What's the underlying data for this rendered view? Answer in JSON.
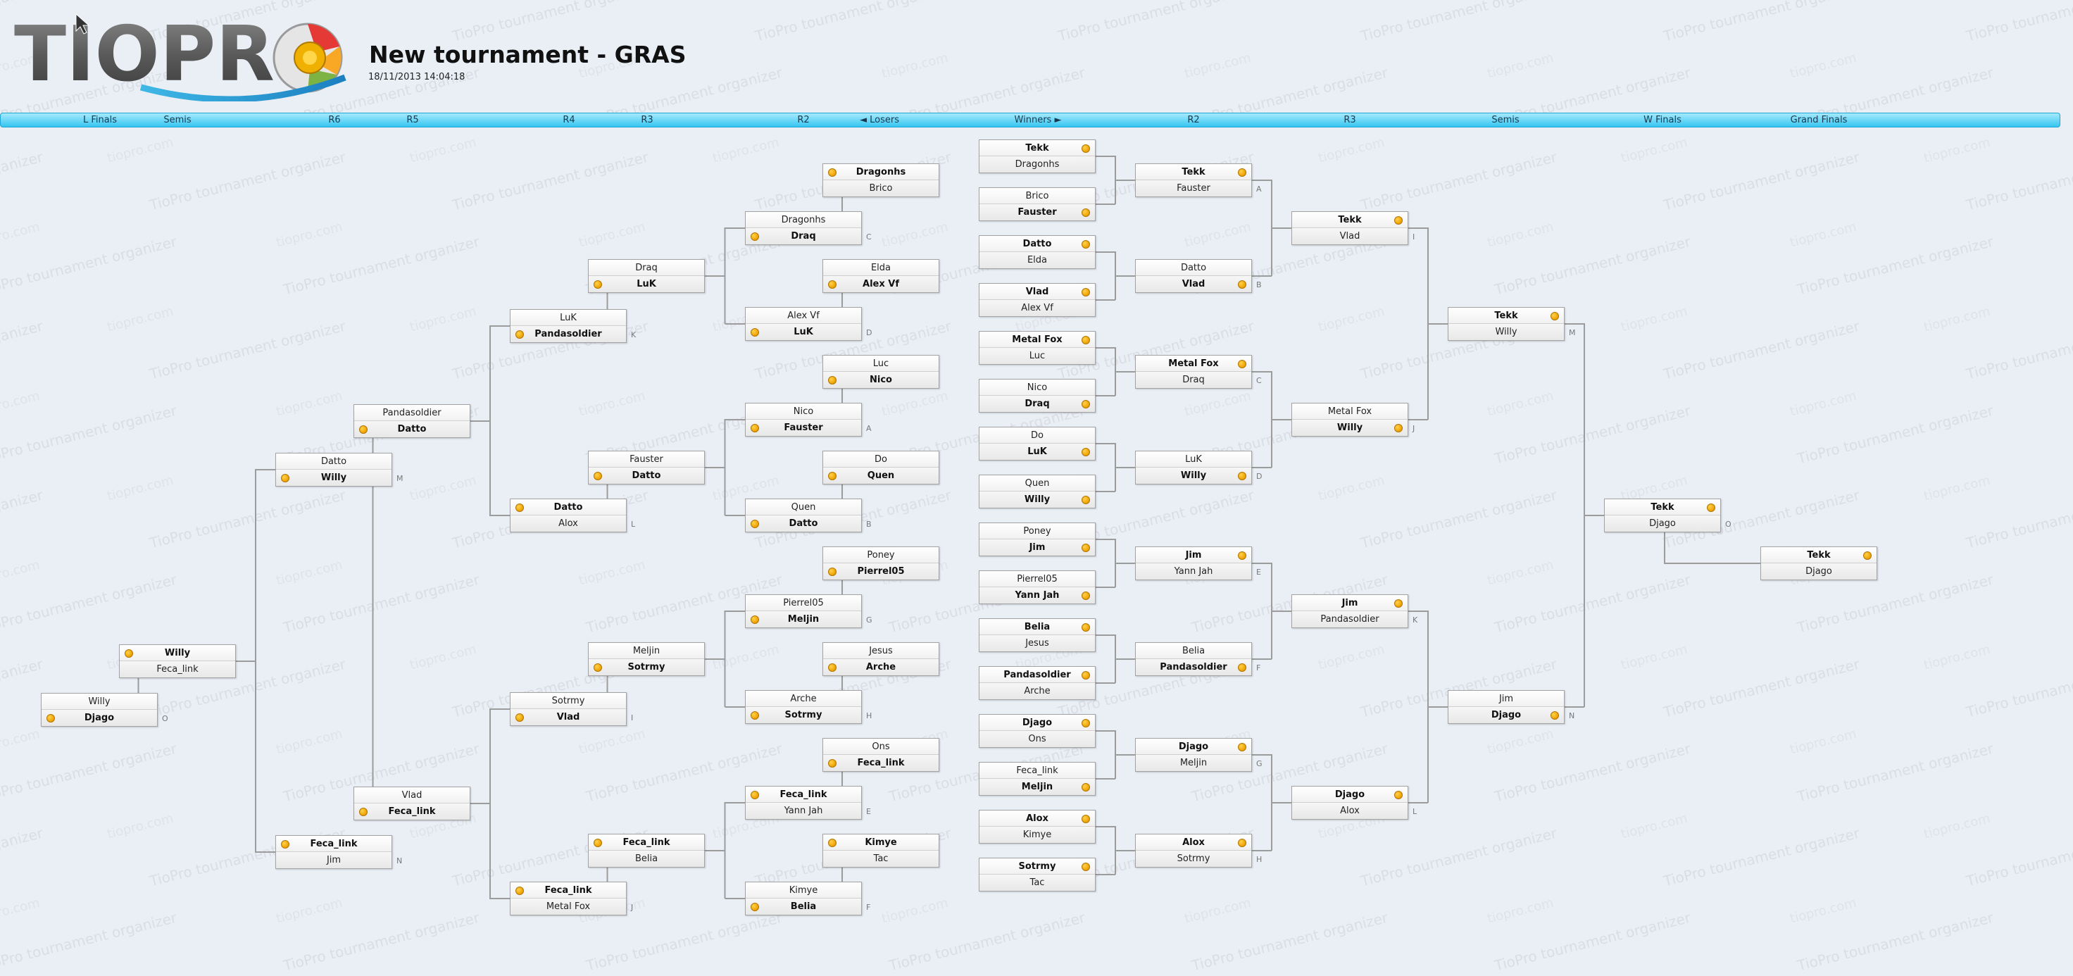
{
  "header": {
    "title": "New tournament - GRAS",
    "date": "18/11/2013 14:04:18",
    "logo_text": "TIOPRO"
  },
  "watermarks": {
    "long": "TioPro tournament organizer",
    "short": "tiopro.com"
  },
  "rounds": [
    {
      "key": "lf",
      "label": "L Finals"
    },
    {
      "key": "ls",
      "label": "Semis"
    },
    {
      "key": "r6",
      "label": "R6"
    },
    {
      "key": "r5",
      "label": "R5"
    },
    {
      "key": "r4",
      "label": "R4"
    },
    {
      "key": "r3l",
      "label": "R3"
    },
    {
      "key": "r2l",
      "label": "R2"
    },
    {
      "key": "lo",
      "label": "◄ Losers"
    },
    {
      "key": "wi",
      "label": "Winners ►"
    },
    {
      "key": "r2w",
      "label": "R2"
    },
    {
      "key": "r3w",
      "label": "R3"
    },
    {
      "key": "ws",
      "label": "Semis"
    },
    {
      "key": "wf",
      "label": "W Finals"
    },
    {
      "key": "gf",
      "label": "Grand Finals"
    }
  ],
  "colors": {
    "accent": "#2ec5f0",
    "winner_dot": "#f3a600",
    "line": "#9a9a9a"
  },
  "matches": [
    {
      "id": "w1a",
      "top": "Tekk",
      "bottom": "Dragonhs",
      "winner": "top"
    },
    {
      "id": "w1b",
      "top": "Brico",
      "bottom": "Fauster",
      "winner": "bottom"
    },
    {
      "id": "w1c",
      "top": "Datto",
      "bottom": "Elda",
      "winner": "top"
    },
    {
      "id": "w1d",
      "top": "Vlad",
      "bottom": "Alex Vf",
      "winner": "top"
    },
    {
      "id": "w1e",
      "top": "Metal Fox",
      "bottom": "Luc",
      "winner": "top"
    },
    {
      "id": "w1f",
      "top": "Nico",
      "bottom": "Draq",
      "winner": "bottom"
    },
    {
      "id": "w1g",
      "top": "Do",
      "bottom": "LuK",
      "winner": "bottom"
    },
    {
      "id": "w1h",
      "top": "Quen",
      "bottom": "Willy",
      "winner": "bottom"
    },
    {
      "id": "w1i",
      "top": "Poney",
      "bottom": "Jim",
      "winner": "bottom"
    },
    {
      "id": "w1j",
      "top": "Pierrel05",
      "bottom": "Yann Jah",
      "winner": "bottom"
    },
    {
      "id": "w1k",
      "top": "Belia",
      "bottom": "Jesus",
      "winner": "top"
    },
    {
      "id": "w1l",
      "top": "Pandasoldier",
      "bottom": "Arche",
      "winner": "top"
    },
    {
      "id": "w1m",
      "top": "Djago",
      "bottom": "Ons",
      "winner": "top"
    },
    {
      "id": "w1n",
      "top": "Feca_link",
      "bottom": "Meljin",
      "winner": "bottom"
    },
    {
      "id": "w1o",
      "top": "Alox",
      "bottom": "Kimye",
      "winner": "top"
    },
    {
      "id": "w1p",
      "top": "Sotrmy",
      "bottom": "Tac",
      "winner": "top"
    },
    {
      "id": "w2a",
      "top": "Tekk",
      "bottom": "Fauster",
      "winner": "top",
      "letter": "A"
    },
    {
      "id": "w2b",
      "top": "Datto",
      "bottom": "Vlad",
      "winner": "bottom",
      "letter": "B"
    },
    {
      "id": "w2c",
      "top": "Metal Fox",
      "bottom": "Draq",
      "winner": "top",
      "letter": "C"
    },
    {
      "id": "w2d",
      "top": "LuK",
      "bottom": "Willy",
      "winner": "bottom",
      "letter": "D"
    },
    {
      "id": "w2e",
      "top": "Jim",
      "bottom": "Yann Jah",
      "winner": "top",
      "letter": "E"
    },
    {
      "id": "w2f",
      "top": "Belia",
      "bottom": "Pandasoldier",
      "winner": "bottom",
      "letter": "F"
    },
    {
      "id": "w2g",
      "top": "Djago",
      "bottom": "Meljin",
      "winner": "top",
      "letter": "G"
    },
    {
      "id": "w2h",
      "top": "Alox",
      "bottom": "Sotrmy",
      "winner": "top",
      "letter": "H"
    },
    {
      "id": "w3a",
      "top": "Tekk",
      "bottom": "Vlad",
      "winner": "top",
      "letter": "I"
    },
    {
      "id": "w3b",
      "top": "Metal Fox",
      "bottom": "Willy",
      "winner": "bottom",
      "letter": "J"
    },
    {
      "id": "w3c",
      "top": "Jim",
      "bottom": "Pandasoldier",
      "winner": "top",
      "letter": "K"
    },
    {
      "id": "w3d",
      "top": "Djago",
      "bottom": "Alox",
      "winner": "top",
      "letter": "L"
    },
    {
      "id": "ws1",
      "top": "Tekk",
      "bottom": "Willy",
      "winner": "top",
      "letter": "M"
    },
    {
      "id": "ws2",
      "top": "Jim",
      "bottom": "Djago",
      "winner": "bottom",
      "letter": "N"
    },
    {
      "id": "wf",
      "top": "Tekk",
      "bottom": "Djago",
      "winner": "top",
      "letter": "O"
    },
    {
      "id": "gf",
      "top": "Tekk",
      "bottom": "Djago",
      "winner": "top"
    },
    {
      "id": "l1a",
      "top": "Dragonhs",
      "bottom": "Brico",
      "winner": "top"
    },
    {
      "id": "l1b",
      "top": "Elda",
      "bottom": "Alex Vf",
      "winner": "bottom"
    },
    {
      "id": "l1c",
      "top": "Luc",
      "bottom": "Nico",
      "winner": "bottom"
    },
    {
      "id": "l1d",
      "top": "Do",
      "bottom": "Quen",
      "winner": "bottom"
    },
    {
      "id": "l1e",
      "top": "Poney",
      "bottom": "Pierrel05",
      "winner": "bottom"
    },
    {
      "id": "l1f",
      "top": "Jesus",
      "bottom": "Arche",
      "winner": "bottom"
    },
    {
      "id": "l1g",
      "top": "Ons",
      "bottom": "Feca_link",
      "winner": "bottom"
    },
    {
      "id": "l1h",
      "top": "Kimye",
      "bottom": "Tac",
      "winner": "top"
    },
    {
      "id": "l2a",
      "top": "Dragonhs",
      "bottom": "Draq",
      "winner": "bottom",
      "letter": "C"
    },
    {
      "id": "l2b",
      "top": "Alex Vf",
      "bottom": "LuK",
      "winner": "bottom",
      "letter": "D"
    },
    {
      "id": "l2c",
      "top": "Nico",
      "bottom": "Fauster",
      "winner": "bottom",
      "letter": "A"
    },
    {
      "id": "l2d",
      "top": "Quen",
      "bottom": "Datto",
      "winner": "bottom",
      "letter": "B"
    },
    {
      "id": "l2e",
      "top": "Pierrel05",
      "bottom": "Meljin",
      "winner": "bottom",
      "letter": "G"
    },
    {
      "id": "l2f",
      "top": "Arche",
      "bottom": "Sotrmy",
      "winner": "bottom",
      "letter": "H"
    },
    {
      "id": "l2g",
      "top": "Feca_link",
      "bottom": "Yann Jah",
      "winner": "top",
      "letter": "E"
    },
    {
      "id": "l2h",
      "top": "Kimye",
      "bottom": "Belia",
      "winner": "bottom",
      "letter": "F"
    },
    {
      "id": "l3a",
      "top": "Draq",
      "bottom": "LuK",
      "winner": "bottom"
    },
    {
      "id": "l3b",
      "top": "Fauster",
      "bottom": "Datto",
      "winner": "bottom"
    },
    {
      "id": "l3c",
      "top": "Meljin",
      "bottom": "Sotrmy",
      "winner": "bottom"
    },
    {
      "id": "l3d",
      "top": "Feca_link",
      "bottom": "Belia",
      "winner": "top"
    },
    {
      "id": "l4a",
      "top": "LuK",
      "bottom": "Pandasoldier",
      "winner": "bottom",
      "letter": "K"
    },
    {
      "id": "l4b",
      "top": "Datto",
      "bottom": "Alox",
      "winner": "top",
      "letter": "L"
    },
    {
      "id": "l4c",
      "top": "Sotrmy",
      "bottom": "Vlad",
      "winner": "bottom",
      "letter": "I"
    },
    {
      "id": "l4d",
      "top": "Feca_link",
      "bottom": "Metal Fox",
      "winner": "top",
      "letter": "J"
    },
    {
      "id": "l5a",
      "top": "Pandasoldier",
      "bottom": "Datto",
      "winner": "bottom"
    },
    {
      "id": "l5b",
      "top": "Vlad",
      "bottom": "Feca_link",
      "winner": "bottom"
    },
    {
      "id": "l6a",
      "top": "Datto",
      "bottom": "Willy",
      "winner": "bottom",
      "letter": "M"
    },
    {
      "id": "l6b",
      "top": "Feca_link",
      "bottom": "Jim",
      "winner": "top",
      "letter": "N"
    },
    {
      "id": "lsf",
      "top": "Willy",
      "bottom": "Feca_link",
      "winner": "top"
    },
    {
      "id": "lf",
      "top": "Willy",
      "bottom": "Djago",
      "winner": "bottom",
      "letter": "O"
    }
  ]
}
